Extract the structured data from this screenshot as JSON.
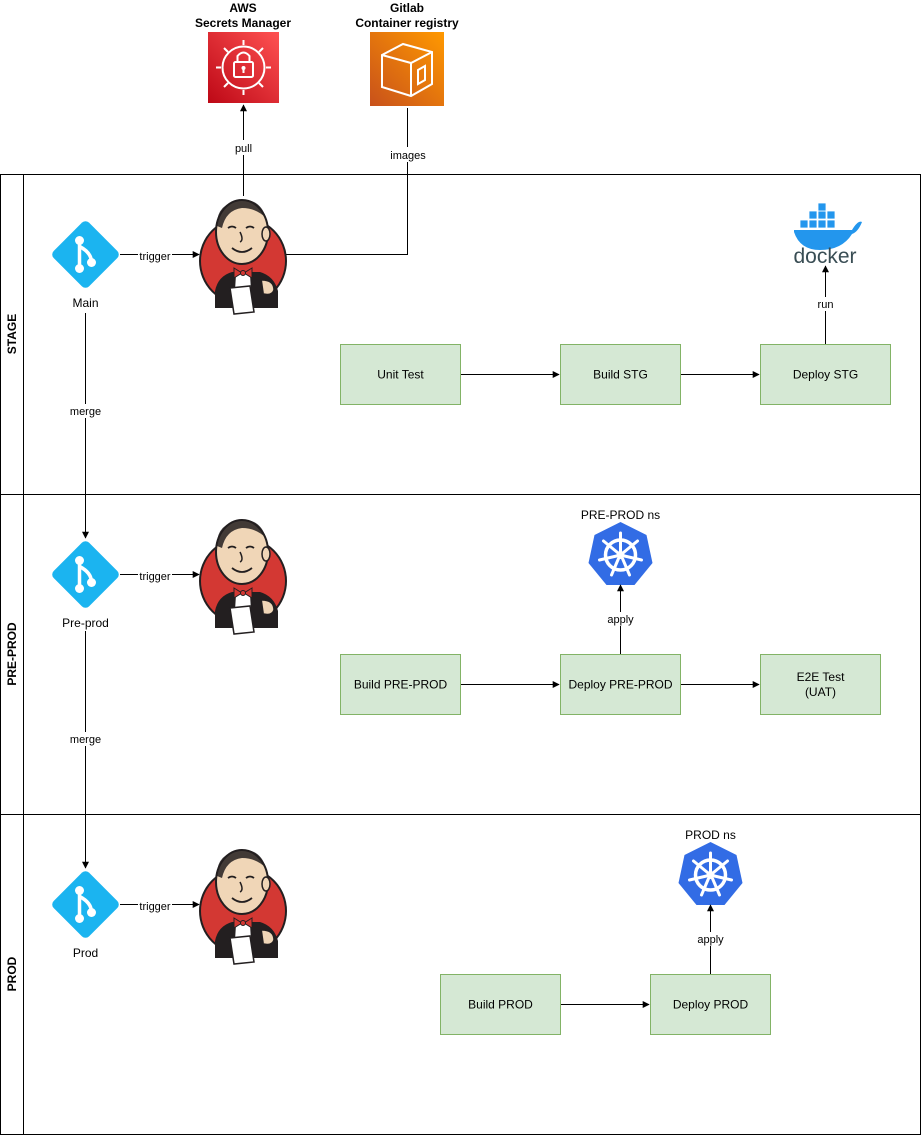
{
  "lanes": [
    {
      "id": "stage",
      "title": "STAGE"
    },
    {
      "id": "preprod",
      "title": "PRE-PROD"
    },
    {
      "id": "prod",
      "title": "PROD"
    }
  ],
  "external": {
    "aws": {
      "line1": "AWS",
      "line2": "Secrets Manager"
    },
    "gitlab": {
      "line1": "Gitlab",
      "line2": "Container registry"
    }
  },
  "branches": {
    "main": "Main",
    "preprod": "Pre-prod",
    "prod": "Prod"
  },
  "edges": {
    "pull": "pull",
    "images": "images",
    "trigger": "trigger",
    "merge": "merge",
    "run": "run",
    "apply": "apply"
  },
  "steps": {
    "stage": [
      "Unit Test",
      "Build STG",
      "Deploy STG"
    ],
    "preprod": [
      "Build PRE-PROD",
      "Deploy PRE-PROD",
      "E2E Test",
      "(UAT)"
    ],
    "prod": [
      "Build PROD",
      "Deploy PROD"
    ]
  },
  "namespaces": {
    "preprod": "PRE-PROD ns",
    "prod": "PROD ns"
  },
  "docker": {
    "wordmark": "docker"
  },
  "colors": {
    "git": "#1BB4F0",
    "step_fill": "#d5e8d4",
    "step_stroke": "#82b366",
    "aws_red": "#E7294C",
    "gitlab_orange": "#F2891A",
    "k8s_blue": "#326CE5",
    "docker_blue": "#2396ED",
    "jenkins_red": "#D33833"
  }
}
